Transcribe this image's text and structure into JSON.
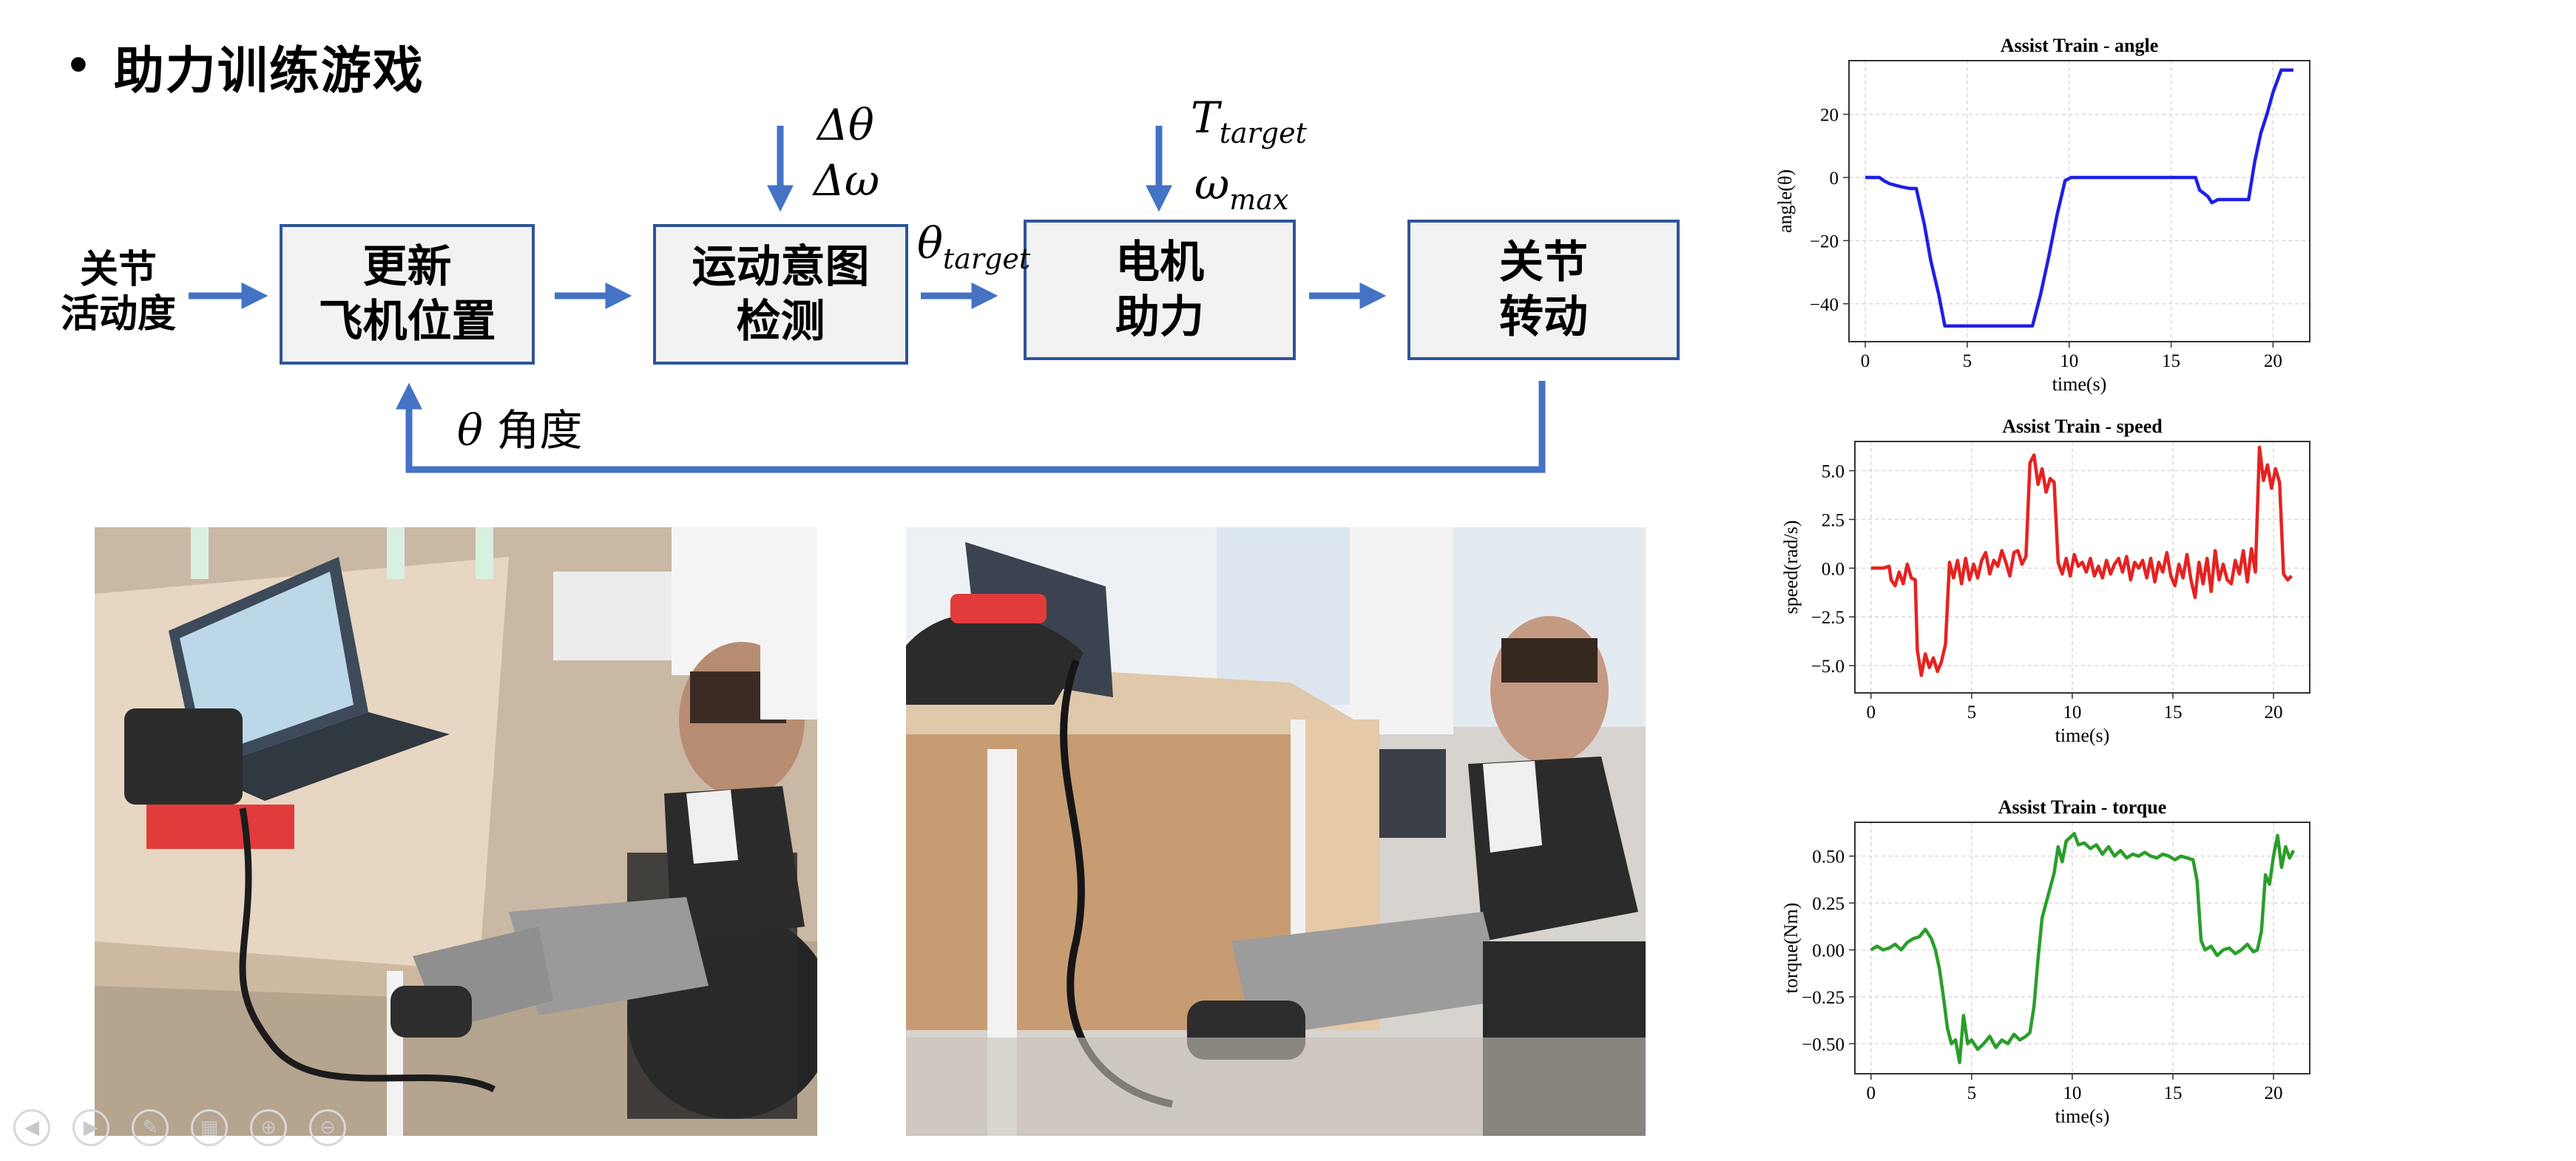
{
  "slide": {
    "bullet": "•",
    "title": "助力训练游戏"
  },
  "diagram": {
    "input_label": "关节\n活动度",
    "box_update": "更新\n飞机位置",
    "box_detect": "运动意图\n检测",
    "box_motor": "电机\n助力",
    "box_joint": "关节\n转动",
    "delta_theta": "Δθ",
    "delta_omega": "Δω",
    "theta_target_base": "θ",
    "theta_target_sub": "target",
    "t_target_base": "T",
    "t_target_sub": "target",
    "omega_max_base": "ω",
    "omega_max_sub": "max",
    "feedback_symbol": "θ",
    "feedback_text": "角度",
    "arrow_color": "#4472c4",
    "box_border_color": "#2e5597"
  },
  "photos": [
    {
      "name": "photo-left",
      "desc_icon": "child-training-photo-icon"
    },
    {
      "name": "photo-right",
      "desc_icon": "child-training-photo-icon"
    }
  ],
  "controls": [
    "◀",
    "▶",
    "✎",
    "▦",
    "⊕",
    "⊖"
  ],
  "chart_data": [
    {
      "type": "line",
      "title": "Assist Train - angle",
      "xlabel": "time(s)",
      "ylabel": "angle(θ)",
      "xlim": [
        -0.8,
        21.8
      ],
      "ylim": [
        -52,
        37
      ],
      "xticks": [
        0,
        5,
        10,
        15,
        20
      ],
      "yticks": [
        -40,
        -20,
        0,
        20
      ],
      "grid": true,
      "color": "#1f1fe6",
      "x": [
        0,
        0.7,
        0.9,
        1.2,
        1.5,
        1.8,
        2.2,
        2.5,
        2.9,
        3.2,
        3.6,
        3.9,
        5.0,
        6.5,
        7.5,
        8.2,
        8.6,
        9.0,
        9.4,
        9.8,
        10.1,
        11.5,
        13.0,
        14.5,
        15.5,
        16.2,
        16.4,
        16.6,
        16.8,
        17.0,
        17.3,
        17.6,
        18.0,
        18.3,
        18.6,
        18.8,
        19.1,
        19.4,
        19.7,
        20.0,
        20.4,
        20.6,
        21.0
      ],
      "y": [
        0,
        0,
        -1,
        -2,
        -2.5,
        -3,
        -3.5,
        -3.5,
        -15,
        -26,
        -37,
        -47,
        -47,
        -47,
        -47,
        -47,
        -37,
        -25,
        -12,
        -1,
        0,
        0,
        0,
        0,
        0,
        0,
        -4,
        -5,
        -6,
        -8,
        -7,
        -7,
        -7,
        -7,
        -7,
        -7,
        5,
        14,
        20,
        27,
        34,
        34,
        34
      ]
    },
    {
      "type": "line",
      "title": "Assist Train - speed",
      "xlabel": "time(s)",
      "ylabel": "speed(rad/s)",
      "xlim": [
        -0.8,
        21.8
      ],
      "ylim": [
        -6.4,
        6.5
      ],
      "xticks": [
        0,
        5,
        10,
        15,
        20
      ],
      "yticks": [
        -5.0,
        -2.5,
        0.0,
        2.5,
        5.0
      ],
      "grid": true,
      "color": "#e62222",
      "x": [
        0,
        0.6,
        0.9,
        1.0,
        1.2,
        1.4,
        1.6,
        1.8,
        2.0,
        2.2,
        2.3,
        2.5,
        2.7,
        2.9,
        3.1,
        3.3,
        3.5,
        3.7,
        3.9,
        4.1,
        4.3,
        4.5,
        4.7,
        4.9,
        5.1,
        5.3,
        5.5,
        5.7,
        5.9,
        6.1,
        6.3,
        6.5,
        6.7,
        6.9,
        7.1,
        7.3,
        7.5,
        7.7,
        7.9,
        8.1,
        8.3,
        8.5,
        8.7,
        8.9,
        9.1,
        9.3,
        9.5,
        9.7,
        9.9,
        10.1,
        10.3,
        10.5,
        10.7,
        10.9,
        11.1,
        11.3,
        11.5,
        11.7,
        11.9,
        12.1,
        12.3,
        12.5,
        12.7,
        12.9,
        13.1,
        13.3,
        13.5,
        13.7,
        13.9,
        14.1,
        14.3,
        14.5,
        14.7,
        14.9,
        15.1,
        15.3,
        15.5,
        15.7,
        15.9,
        16.1,
        16.3,
        16.5,
        16.7,
        16.9,
        17.1,
        17.3,
        17.5,
        17.7,
        17.9,
        18.1,
        18.3,
        18.5,
        18.7,
        18.9,
        19.1,
        19.3,
        19.5,
        19.7,
        19.9,
        20.1,
        20.3,
        20.5,
        20.7,
        20.9
      ],
      "y": [
        0,
        0,
        0.1,
        -0.6,
        -0.9,
        -0.2,
        -0.8,
        0.2,
        -0.5,
        -0.6,
        -4.2,
        -5.5,
        -4.4,
        -5.1,
        -4.6,
        -5.3,
        -4.8,
        -3.9,
        0.3,
        -0.5,
        0.4,
        -0.8,
        0.5,
        -0.6,
        0.2,
        -0.5,
        0.4,
        0.8,
        -0.3,
        0.4,
        0.1,
        0.9,
        0.3,
        -0.4,
        0.8,
        0.9,
        0.2,
        0.6,
        5.4,
        5.8,
        4.3,
        5.1,
        3.9,
        4.6,
        4.4,
        0.3,
        -0.3,
        0.5,
        -0.4,
        0.7,
        0.1,
        0.3,
        -0.2,
        0.5,
        -0.4,
        0.1,
        -0.5,
        0.4,
        -0.3,
        0.2,
        0.5,
        -0.2,
        0.6,
        -0.6,
        0.3,
        0.0,
        0.4,
        -0.5,
        0.5,
        -0.7,
        0.3,
        -0.2,
        0.8,
        -0.4,
        -0.9,
        0.2,
        -0.5,
        0.7,
        -0.6,
        -1.5,
        0.3,
        -0.8,
        0.5,
        -1.2,
        0.9,
        -0.6,
        0.2,
        -0.6,
        -0.8,
        0.4,
        -0.3,
        0.9,
        -0.7,
        1.0,
        -0.2,
        6.2,
        4.5,
        5.3,
        4.1,
        5.1,
        4.4,
        -0.3,
        -0.6,
        -0.4
      ]
    },
    {
      "type": "line",
      "title": "Assist Train - torque",
      "xlabel": "time(s)",
      "ylabel": "torque(Nm)",
      "xlim": [
        -0.8,
        21.8
      ],
      "ylim": [
        -0.66,
        0.68
      ],
      "xticks": [
        0,
        5,
        10,
        15,
        20
      ],
      "yticks": [
        -0.5,
        -0.25,
        0.0,
        0.25,
        0.5
      ],
      "grid": true,
      "color": "#2a9e2a",
      "x": [
        0,
        0.3,
        0.6,
        0.9,
        1.2,
        1.5,
        1.8,
        2.1,
        2.4,
        2.7,
        3.0,
        3.2,
        3.4,
        3.6,
        3.8,
        4.0,
        4.2,
        4.4,
        4.6,
        4.8,
        5.0,
        5.3,
        5.6,
        5.9,
        6.2,
        6.5,
        6.8,
        7.1,
        7.4,
        7.7,
        7.9,
        8.1,
        8.3,
        8.5,
        8.7,
        8.9,
        9.1,
        9.3,
        9.5,
        9.7,
        9.9,
        10.1,
        10.3,
        10.6,
        10.9,
        11.2,
        11.5,
        11.8,
        12.1,
        12.4,
        12.7,
        13.0,
        13.3,
        13.6,
        13.9,
        14.2,
        14.5,
        14.8,
        15.1,
        15.4,
        15.7,
        16.0,
        16.2,
        16.4,
        16.6,
        16.9,
        17.2,
        17.5,
        17.8,
        18.1,
        18.4,
        18.7,
        19.0,
        19.2,
        19.4,
        19.6,
        19.8,
        20.0,
        20.2,
        20.4,
        20.6,
        20.8,
        21.0
      ],
      "y": [
        0,
        0.02,
        0.0,
        0.01,
        0.03,
        0.0,
        0.04,
        0.06,
        0.07,
        0.11,
        0.06,
        0.0,
        -0.1,
        -0.25,
        -0.42,
        -0.5,
        -0.48,
        -0.6,
        -0.35,
        -0.5,
        -0.48,
        -0.53,
        -0.5,
        -0.46,
        -0.52,
        -0.48,
        -0.5,
        -0.45,
        -0.48,
        -0.46,
        -0.44,
        -0.3,
        -0.05,
        0.17,
        0.25,
        0.33,
        0.41,
        0.55,
        0.47,
        0.58,
        0.6,
        0.62,
        0.56,
        0.57,
        0.54,
        0.56,
        0.51,
        0.55,
        0.5,
        0.53,
        0.49,
        0.51,
        0.5,
        0.52,
        0.5,
        0.49,
        0.51,
        0.5,
        0.48,
        0.5,
        0.49,
        0.48,
        0.37,
        0.05,
        0.0,
        0.02,
        -0.03,
        0.0,
        0.01,
        -0.02,
        0.0,
        0.03,
        -0.01,
        0.0,
        0.1,
        0.4,
        0.35,
        0.5,
        0.61,
        0.44,
        0.55,
        0.49,
        0.53
      ]
    }
  ]
}
